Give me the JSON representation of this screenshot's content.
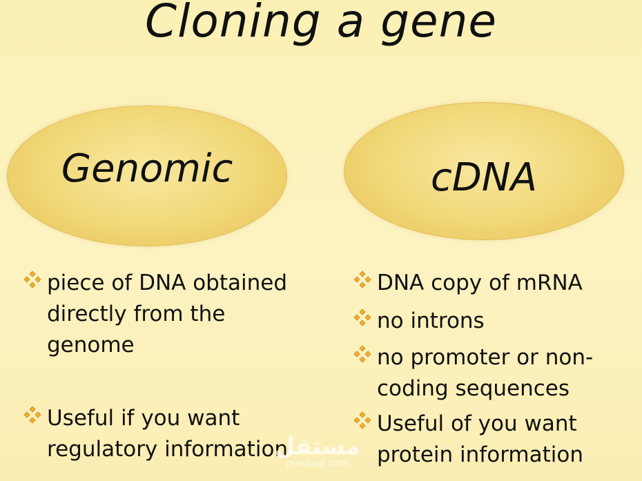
{
  "slide": {
    "title": "Cloning a gene"
  },
  "left": {
    "heading": "Genomic",
    "bullets": [
      "piece of DNA obtained directly from the genome",
      "Useful if you want regulatory information"
    ]
  },
  "right": {
    "heading": "cDNA",
    "bullets": [
      "DNA copy of mRNA",
      "no introns",
      "no promoter or non-coding sequences",
      "Useful of you want protein information"
    ]
  },
  "watermark": {
    "brand": "مستقل",
    "url": "mostaql.com"
  },
  "colors": {
    "background": "#fbf0b4",
    "ellipse_fill": "#f1d777",
    "bullet_icon": "#f0b030"
  },
  "icons": {
    "bullet": "four-diamond-bullet-icon"
  }
}
